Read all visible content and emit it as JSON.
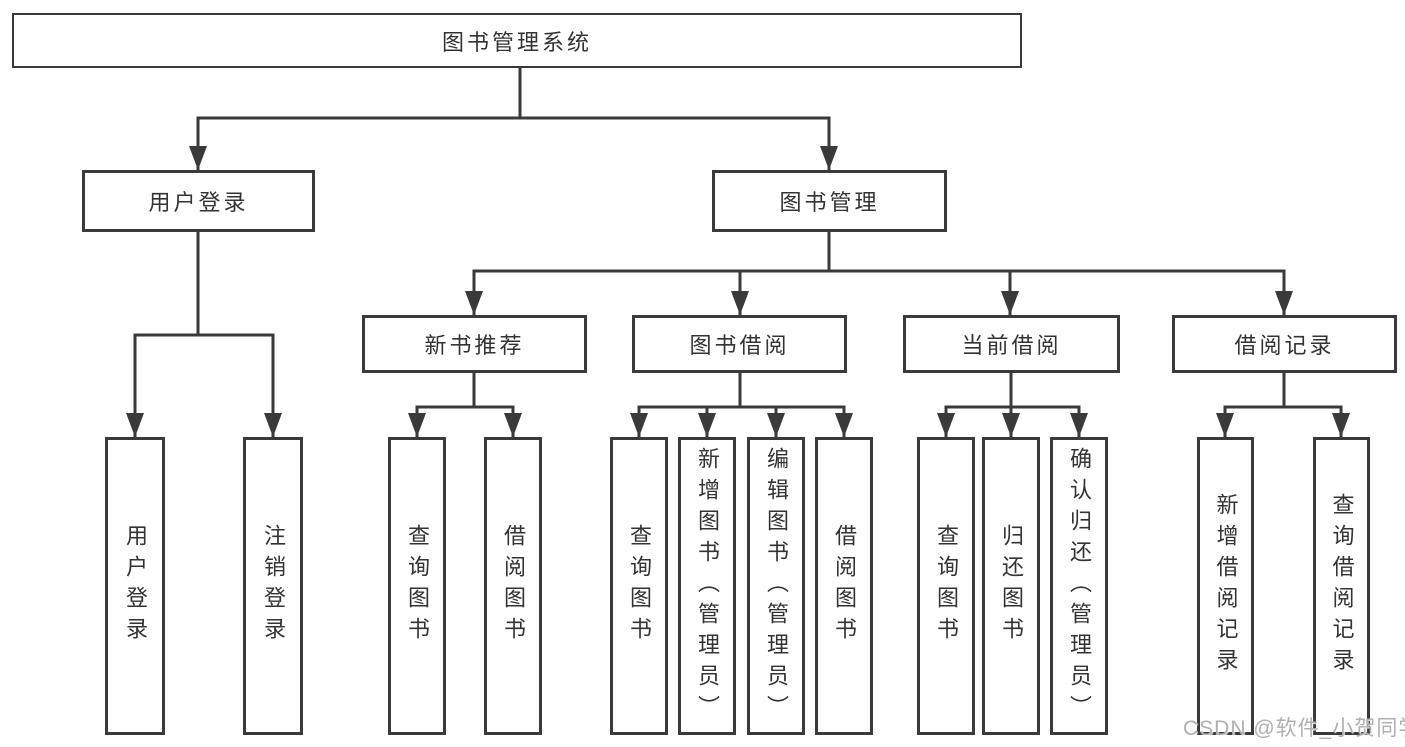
{
  "diagram": {
    "type": "hierarchy-tree",
    "nodes": {
      "root": "图书管理系统",
      "user_login": "用户登录",
      "book_management": "图书管理",
      "new_book_recommend": "新书推荐",
      "book_borrowing": "图书借阅",
      "current_borrowing": "当前借阅",
      "borrowing_records": "借阅记录",
      "leaf_user_login": "用户登录",
      "leaf_logout": "注销登录",
      "leaf_search_book_recommend": "查询图书",
      "leaf_borrow_book_recommend": "借阅图书",
      "leaf_search_book_borrowing": "查询图书",
      "leaf_add_book_admin": "新增图书（管理员）",
      "leaf_edit_book_admin": "编辑图书（管理员）",
      "leaf_borrow_book_borrowing": "借阅图书",
      "leaf_search_book_current": "查询图书",
      "leaf_return_book": "归还图书",
      "leaf_confirm_return_admin": "确认归还（管理员）",
      "leaf_add_borrow_record": "新增借阅记录",
      "leaf_search_borrow_record": "查询借阅记录"
    },
    "edges": [
      [
        "图书管理系统",
        "用户登录"
      ],
      [
        "图书管理系统",
        "图书管理"
      ],
      [
        "用户登录",
        "用户登录"
      ],
      [
        "用户登录",
        "注销登录"
      ],
      [
        "图书管理",
        "新书推荐"
      ],
      [
        "图书管理",
        "图书借阅"
      ],
      [
        "图书管理",
        "当前借阅"
      ],
      [
        "图书管理",
        "借阅记录"
      ],
      [
        "新书推荐",
        "查询图书"
      ],
      [
        "新书推荐",
        "借阅图书"
      ],
      [
        "图书借阅",
        "查询图书"
      ],
      [
        "图书借阅",
        "新增图书（管理员）"
      ],
      [
        "图书借阅",
        "编辑图书（管理员）"
      ],
      [
        "图书借阅",
        "借阅图书"
      ],
      [
        "当前借阅",
        "查询图书"
      ],
      [
        "当前借阅",
        "归还图书"
      ],
      [
        "当前借阅",
        "确认归还（管理员）"
      ],
      [
        "借阅记录",
        "新增借阅记录"
      ],
      [
        "借阅记录",
        "查询借阅记录"
      ]
    ]
  },
  "watermark": {
    "text": "CSDN @软件_小贺同学"
  },
  "colors": {
    "line": "#3a3a3a",
    "box_border": "#3a3a3a",
    "text": "#333333",
    "background": "#ffffff",
    "watermark": "#b0b0b0"
  }
}
